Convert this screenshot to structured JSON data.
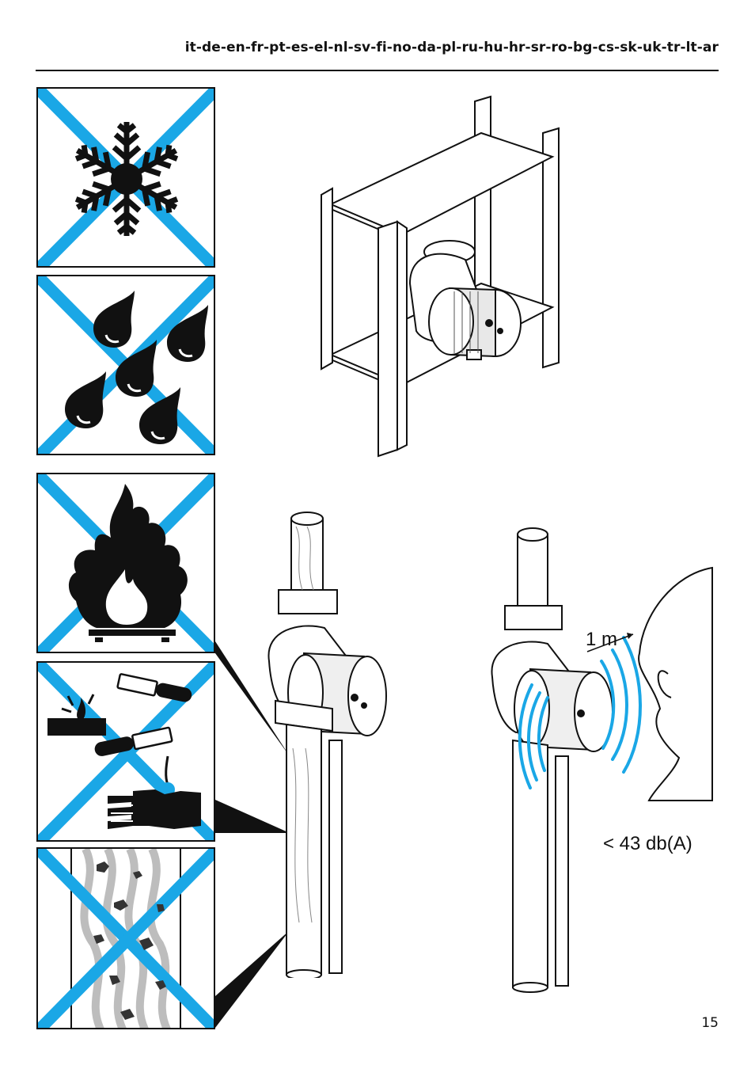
{
  "header": {
    "languages": "it-de-en-fr-pt-es-el-nl-sv-fi-no-da-pl-ru-hu-hr-sr-ro-bg-cs-sk-uk-tr-lt-ar"
  },
  "panels": [
    {
      "icon": "snowflake-icon"
    },
    {
      "icon": "water-drops-icon"
    },
    {
      "icon": "flame-icon"
    },
    {
      "icon": "corrosive-icon"
    },
    {
      "icon": "debris-icon"
    }
  ],
  "labels": {
    "distance": "1 m",
    "noise": "< 43 db(A)"
  },
  "colors": {
    "cross": "#1aa7e6",
    "line": "#111111"
  },
  "page_number": "15"
}
